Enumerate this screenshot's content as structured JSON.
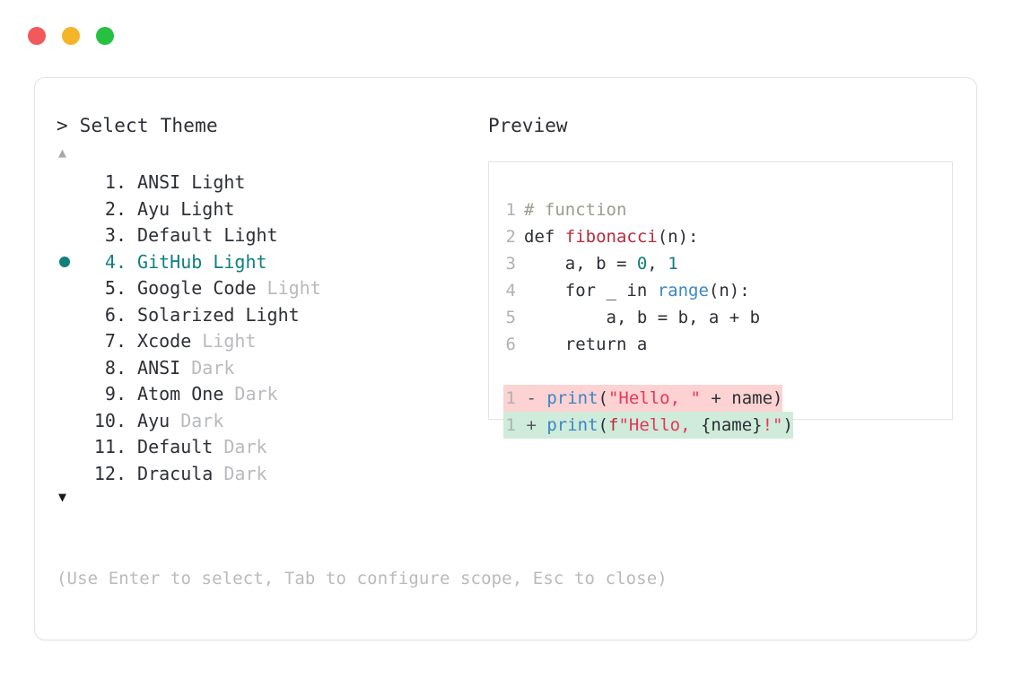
{
  "window": {
    "dots": [
      {
        "name": "close",
        "color": "#f2595b"
      },
      {
        "name": "minimize",
        "color": "#f6b429"
      },
      {
        "name": "maximize",
        "color": "#27c141"
      }
    ]
  },
  "selector": {
    "title": "> Select Theme",
    "scroll_up_arrow": "▲",
    "scroll_down_arrow": "▼",
    "selected_index": 4,
    "bullet_glyph": "●",
    "accent_color": "#10807e",
    "items": [
      {
        "index": " 1.",
        "name": "ANSI Light",
        "variant": "",
        "variant_muted": false
      },
      {
        "index": " 2.",
        "name": "Ayu Light",
        "variant": "",
        "variant_muted": false
      },
      {
        "index": " 3.",
        "name": "Default Light",
        "variant": "",
        "variant_muted": false
      },
      {
        "index": " 4.",
        "name": "GitHub Light",
        "variant": "",
        "variant_muted": false
      },
      {
        "index": " 5.",
        "name": "Google Code",
        "variant": " Light",
        "variant_muted": true
      },
      {
        "index": " 6.",
        "name": "Solarized Light",
        "variant": "",
        "variant_muted": false
      },
      {
        "index": " 7.",
        "name": "Xcode",
        "variant": " Light",
        "variant_muted": true
      },
      {
        "index": " 8.",
        "name": "ANSI",
        "variant": " Dark",
        "variant_muted": true
      },
      {
        "index": " 9.",
        "name": "Atom One",
        "variant": " Dark",
        "variant_muted": true
      },
      {
        "index": "10.",
        "name": "Ayu",
        "variant": " Dark",
        "variant_muted": true
      },
      {
        "index": "11.",
        "name": "Default",
        "variant": " Dark",
        "variant_muted": true
      },
      {
        "index": "12.",
        "name": "Dracula",
        "variant": " Dark",
        "variant_muted": true
      }
    ],
    "hint": "(Use Enter to select, Tab to configure scope, Esc to close)"
  },
  "preview": {
    "label": "Preview",
    "code_lines": [
      {
        "no": "1",
        "tokens": [
          {
            "t": "# function",
            "c": "tok-comment"
          }
        ]
      },
      {
        "no": "2",
        "tokens": [
          {
            "t": "def ",
            "c": "tok-keyword"
          },
          {
            "t": "fibonacci",
            "c": "tok-func"
          },
          {
            "t": "(n):",
            "c": "tok-plain"
          }
        ]
      },
      {
        "no": "3",
        "tokens": [
          {
            "t": "    a, b = ",
            "c": "tok-plain"
          },
          {
            "t": "0",
            "c": "tok-num"
          },
          {
            "t": ", ",
            "c": "tok-plain"
          },
          {
            "t": "1",
            "c": "tok-num"
          }
        ]
      },
      {
        "no": "4",
        "tokens": [
          {
            "t": "    for _ in ",
            "c": "tok-plain"
          },
          {
            "t": "range",
            "c": "tok-builtin"
          },
          {
            "t": "(n):",
            "c": "tok-plain"
          }
        ]
      },
      {
        "no": "5",
        "tokens": [
          {
            "t": "        a, b = b, a + b",
            "c": "tok-plain"
          }
        ]
      },
      {
        "no": "6",
        "tokens": [
          {
            "t": "    return a",
            "c": "tok-plain"
          }
        ]
      }
    ],
    "diff_lines": [
      {
        "no": "1",
        "sign": " - ",
        "kind": "del",
        "bg": "#fcd2d2",
        "tokens": [
          {
            "t": "print",
            "c": "tok-builtin"
          },
          {
            "t": "(",
            "c": "tok-plain"
          },
          {
            "t": "\"Hello, \"",
            "c": "tok-string"
          },
          {
            "t": " + name)",
            "c": "tok-plain"
          }
        ]
      },
      {
        "no": "1",
        "sign": " + ",
        "kind": "add",
        "bg": "#cfebda",
        "tokens": [
          {
            "t": "print",
            "c": "tok-builtin"
          },
          {
            "t": "(",
            "c": "tok-plain"
          },
          {
            "t": "f",
            "c": "tok-prefix"
          },
          {
            "t": "\"Hello, ",
            "c": "tok-string"
          },
          {
            "t": "{name}",
            "c": "tok-plain"
          },
          {
            "t": "!\"",
            "c": "tok-string"
          },
          {
            "t": ")",
            "c": "tok-plain"
          }
        ]
      }
    ]
  }
}
